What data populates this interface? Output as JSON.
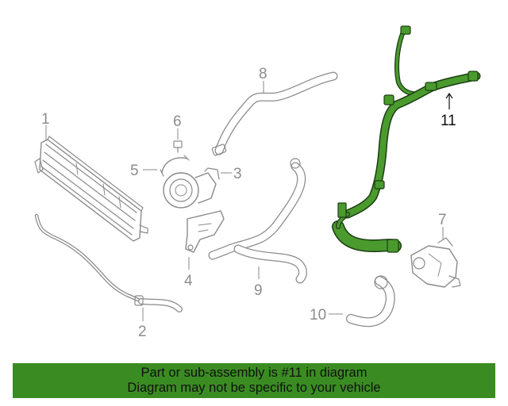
{
  "diagram": {
    "callouts": [
      {
        "id": "1",
        "label": "1"
      },
      {
        "id": "2",
        "label": "2"
      },
      {
        "id": "3",
        "label": "3"
      },
      {
        "id": "4",
        "label": "4"
      },
      {
        "id": "5",
        "label": "5"
      },
      {
        "id": "6",
        "label": "6"
      },
      {
        "id": "7",
        "label": "7"
      },
      {
        "id": "8",
        "label": "8"
      },
      {
        "id": "9",
        "label": "9"
      },
      {
        "id": "10",
        "label": "10"
      },
      {
        "id": "11",
        "label": "11"
      }
    ],
    "highlighted_part": "11"
  },
  "banner": {
    "line1": "Part or sub-assembly is #11 in diagram",
    "line2": "Diagram may not be specific to your vehicle"
  },
  "colors": {
    "highlight": "#4a9a2e",
    "banner_bg": "#3a8c22",
    "line": "#8a8a8a"
  }
}
